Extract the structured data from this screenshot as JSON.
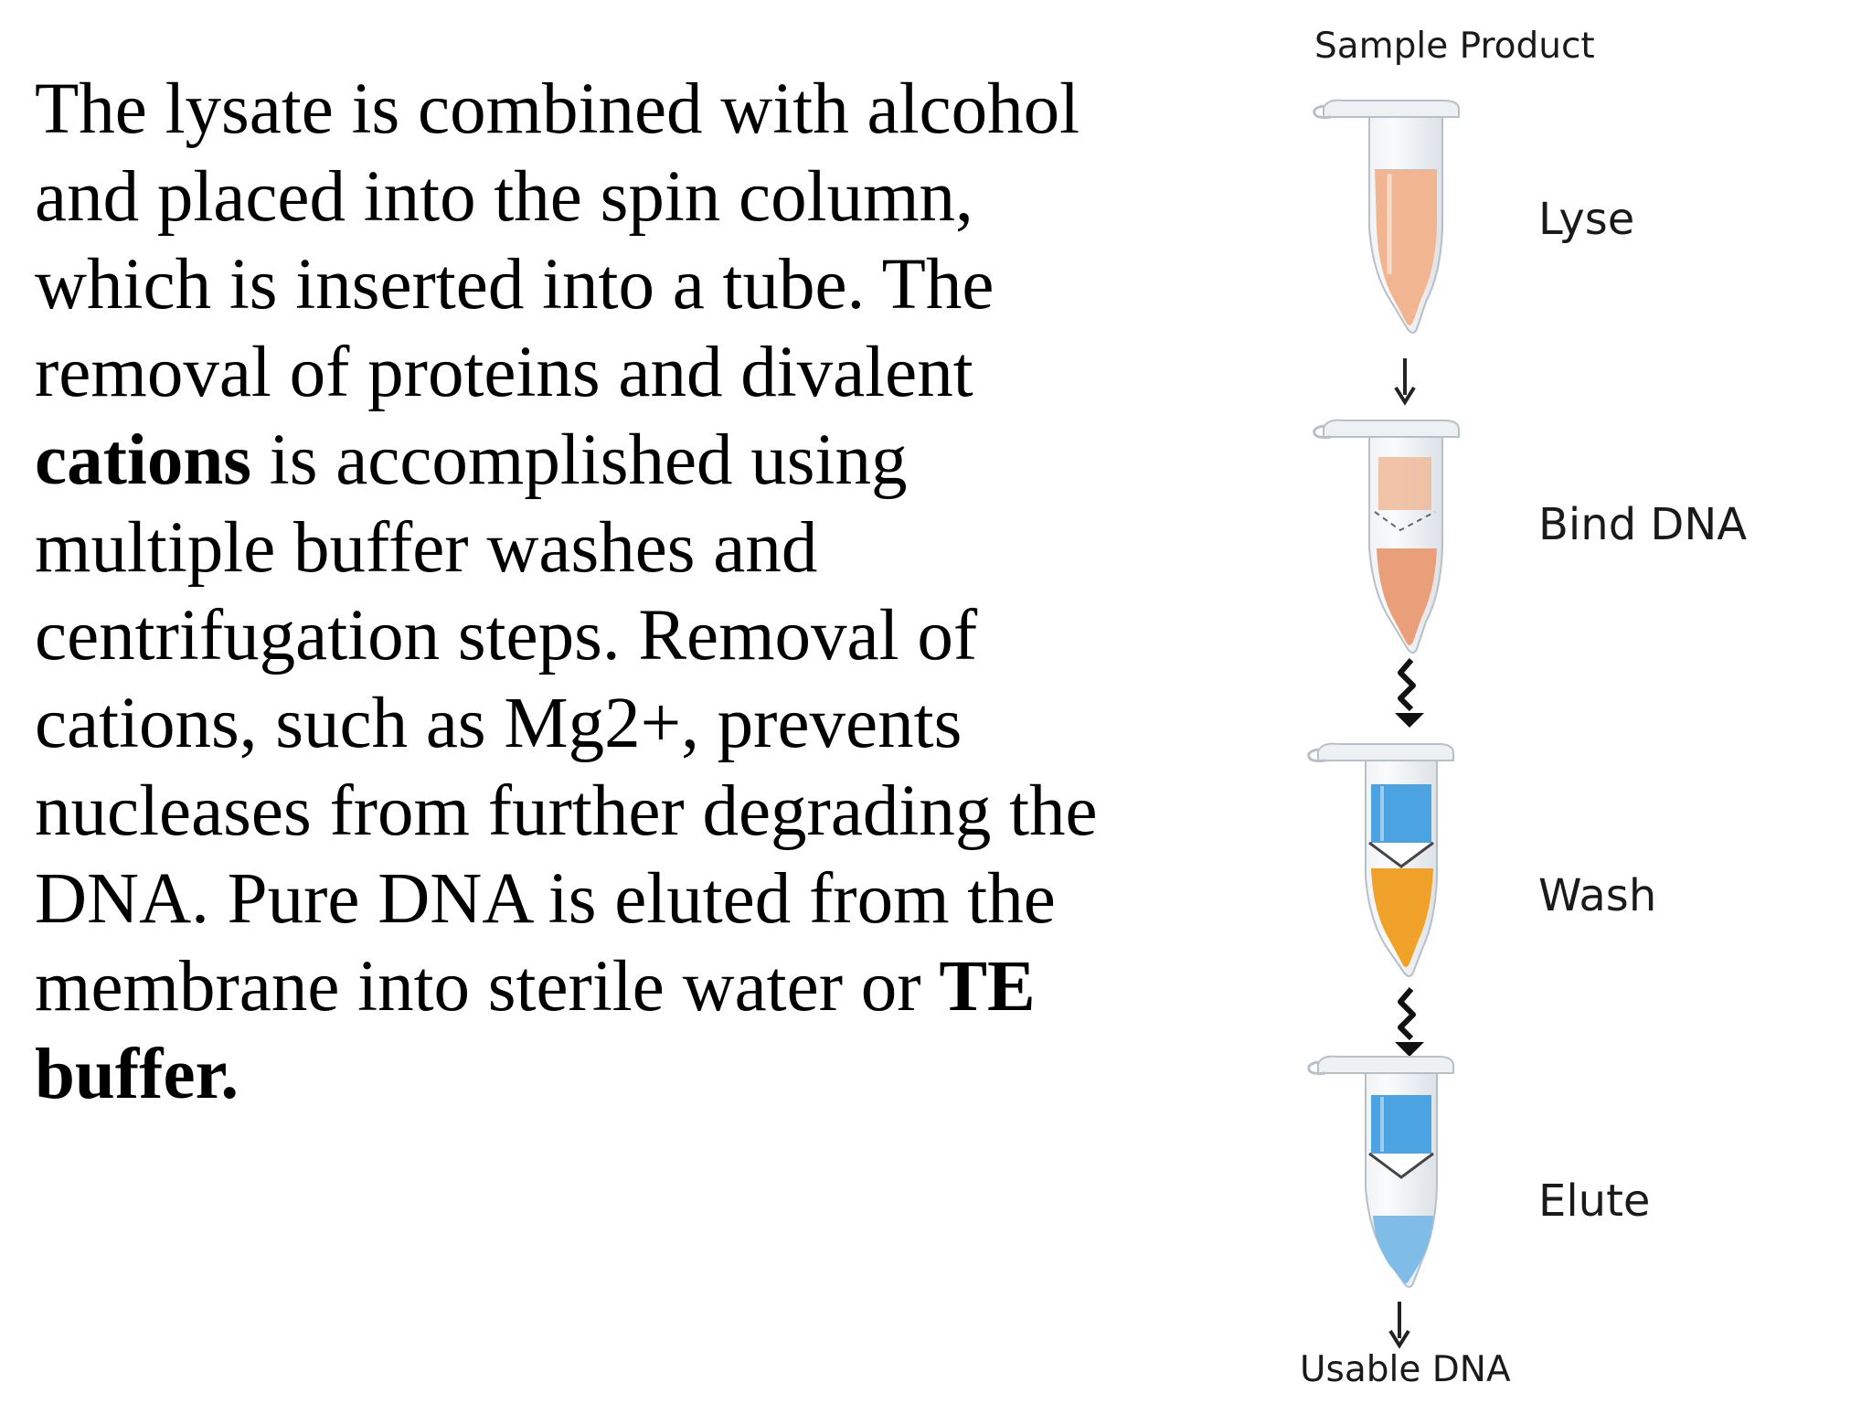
{
  "paragraph": {
    "t1": "The lysate is combined with alcohol and placed into the spin column, which is inserted into a tube. The removal of proteins and divalent ",
    "b1": "cations",
    "t2": " is accomplished using multiple buffer washes and centrifugation steps. Removal of cations, such as Mg2+, prevents nucleases from further degrading the DNA. Pure DNA is eluted from the membrane into sterile water or ",
    "b2": "TE buffer."
  },
  "diagram": {
    "top_label": "Sample Product",
    "bottom_label": "Usable DNA",
    "steps": [
      {
        "label": "Lyse",
        "upper_color": "#f2b896",
        "lower_color": "#e9a07a"
      },
      {
        "label": "Bind DNA",
        "upper_color": "#efb694",
        "lower_color": "#e9a07a"
      },
      {
        "label": "Wash",
        "upper_color": "#4ba3e2",
        "lower_color": "#f0a12a"
      },
      {
        "label": "Elute",
        "upper_color": "#4ba3e2",
        "lower_color": "#7fbde8"
      }
    ]
  }
}
